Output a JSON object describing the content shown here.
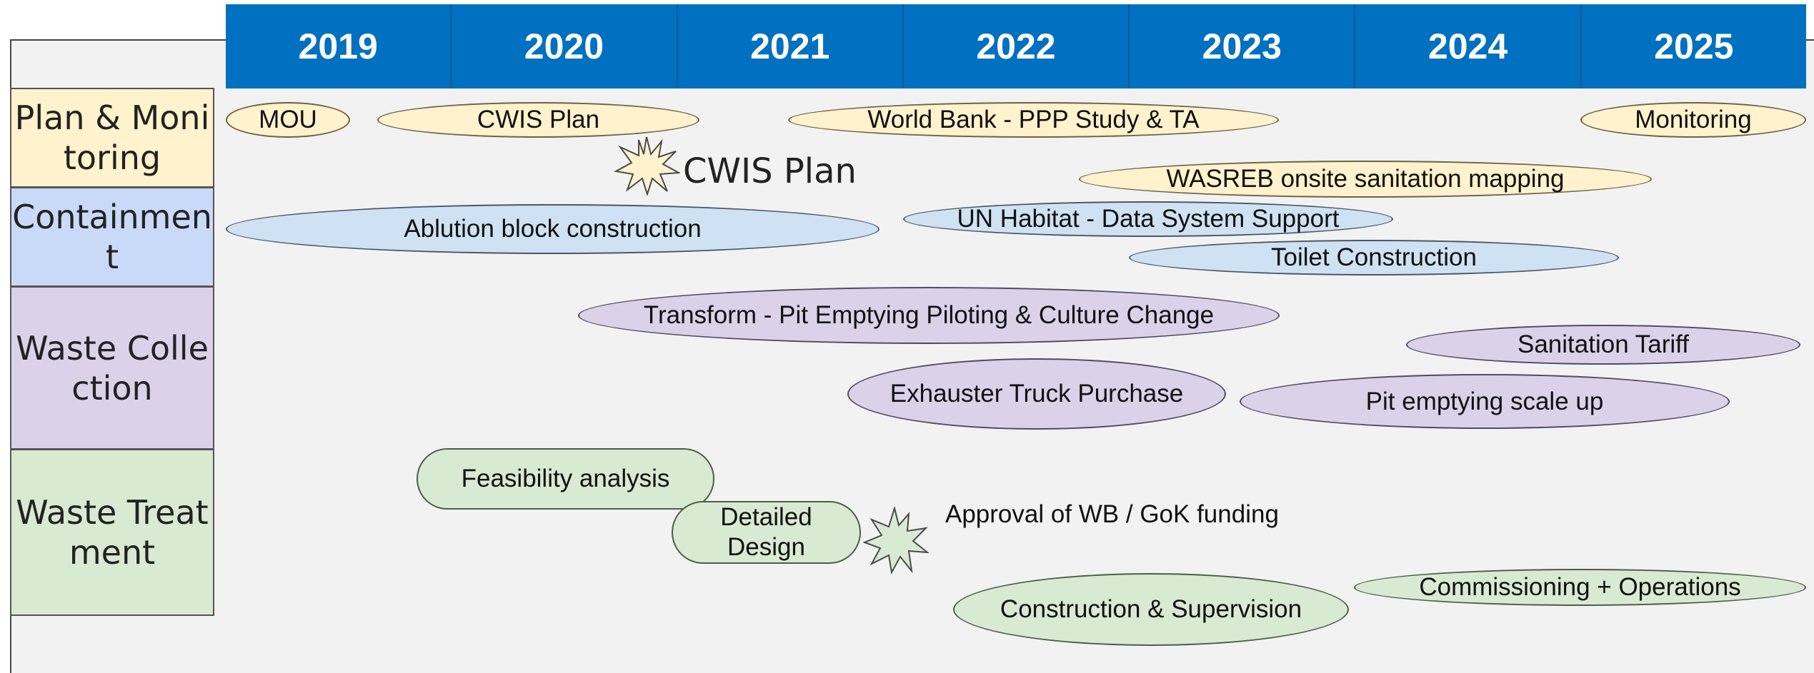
{
  "years": [
    "2019",
    "2020",
    "2021",
    "2022",
    "2023",
    "2024",
    "2025"
  ],
  "categories": {
    "plan": "Plan & Monitoring",
    "containment": "Containment",
    "waste_collection": "Waste Collection",
    "waste_treatment": "Waste Treatment"
  },
  "activities": {
    "mou": "MOU",
    "cwis_plan": "CWIS Plan",
    "world_bank": "World Bank - PPP Study & TA",
    "monitoring": "Monitoring",
    "wasreb": "WASREB onsite sanitation mapping",
    "ablution": "Ablution block construction",
    "un_habitat": "UN Habitat - Data System Support",
    "toilet": "Toilet Construction",
    "transform": "Transform - Pit Emptying Piloting & Culture Change",
    "tariff": "Sanitation Tariff",
    "exhauster": "Exhauster Truck Purchase",
    "pit_scale": "Pit emptying scale up",
    "feasibility": "Feasibility analysis",
    "detailed_design": "Detailed Design",
    "construction": "Construction & Supervision",
    "commissioning": "Commissioning + Operations"
  },
  "milestones": {
    "cwis_launch": "CWIS Plan",
    "approval": "Approval of WB / GoK funding"
  },
  "colors": {
    "header": "#0070c0",
    "plan": "#fff2cc",
    "containment": "#cfe2f3",
    "waste_collection": "#d9d2e9",
    "waste_treatment": "#d9ead3"
  }
}
